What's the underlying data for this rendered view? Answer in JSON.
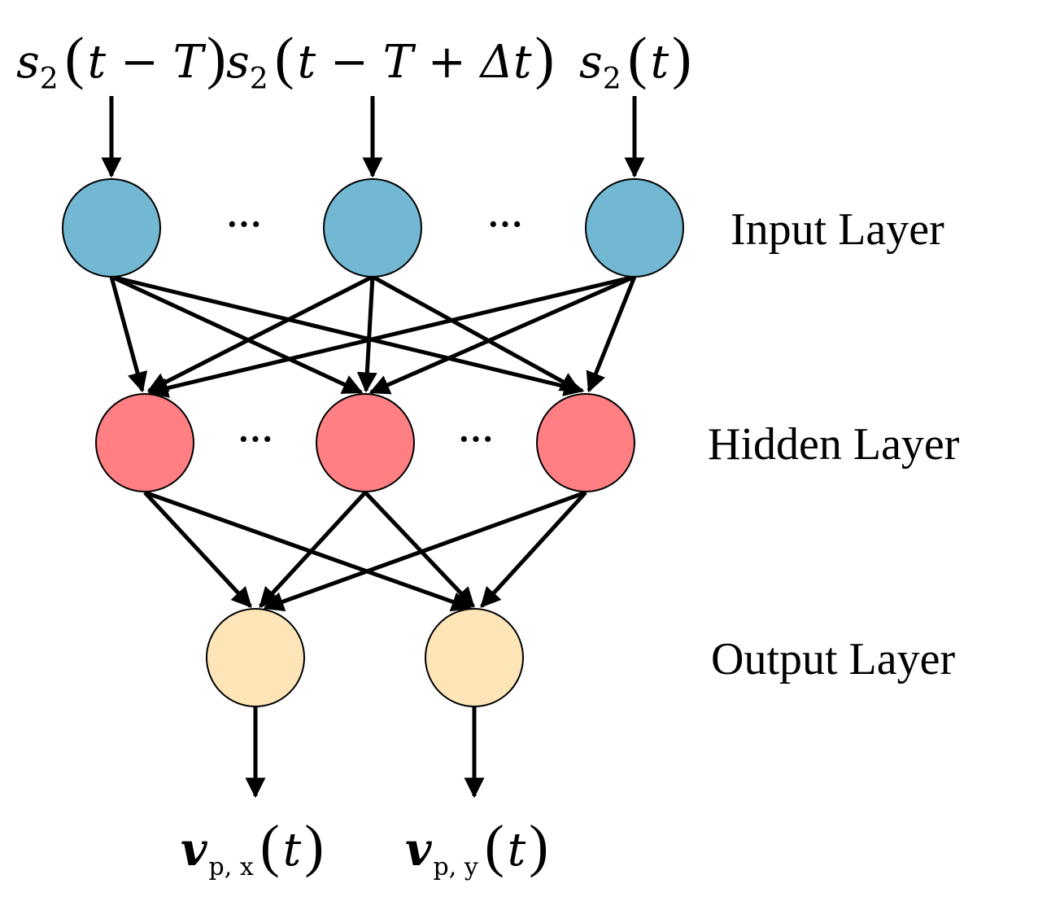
{
  "colors": {
    "input_node": "#72B8D2",
    "hidden_node": "#FF7F82",
    "output_node": "#FDE5B8",
    "edge": "#000000"
  },
  "layers": {
    "input_label": "Input Layer",
    "hidden_label": "Hidden Layer",
    "output_label": "Output Layer"
  },
  "ellipsis": "···",
  "inputs": [
    {
      "symbol": "s",
      "sub": "2",
      "arg": "t − T"
    },
    {
      "symbol": "s",
      "sub": "2",
      "arg": "t − T + Δt"
    },
    {
      "symbol": "s",
      "sub": "2",
      "arg": "t"
    }
  ],
  "outputs": [
    {
      "symbol": "v",
      "sub": "p, x",
      "arg": "t"
    },
    {
      "symbol": "v",
      "sub": "p, y",
      "arg": "t"
    }
  ]
}
